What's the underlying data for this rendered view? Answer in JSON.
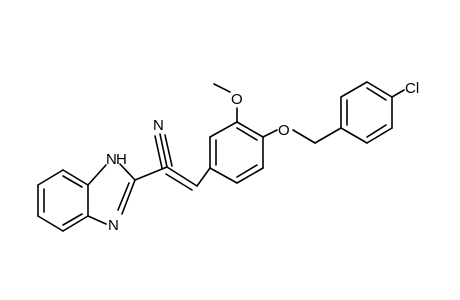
{
  "molecule": {
    "atoms": {
      "nitrile_n": "N",
      "nh_n": "N",
      "nh_h": "H",
      "imine_n": "N",
      "methoxy_o": "O",
      "methoxy_me": "CH3",
      "ether_o": "O",
      "chlorine": "Cl"
    }
  }
}
